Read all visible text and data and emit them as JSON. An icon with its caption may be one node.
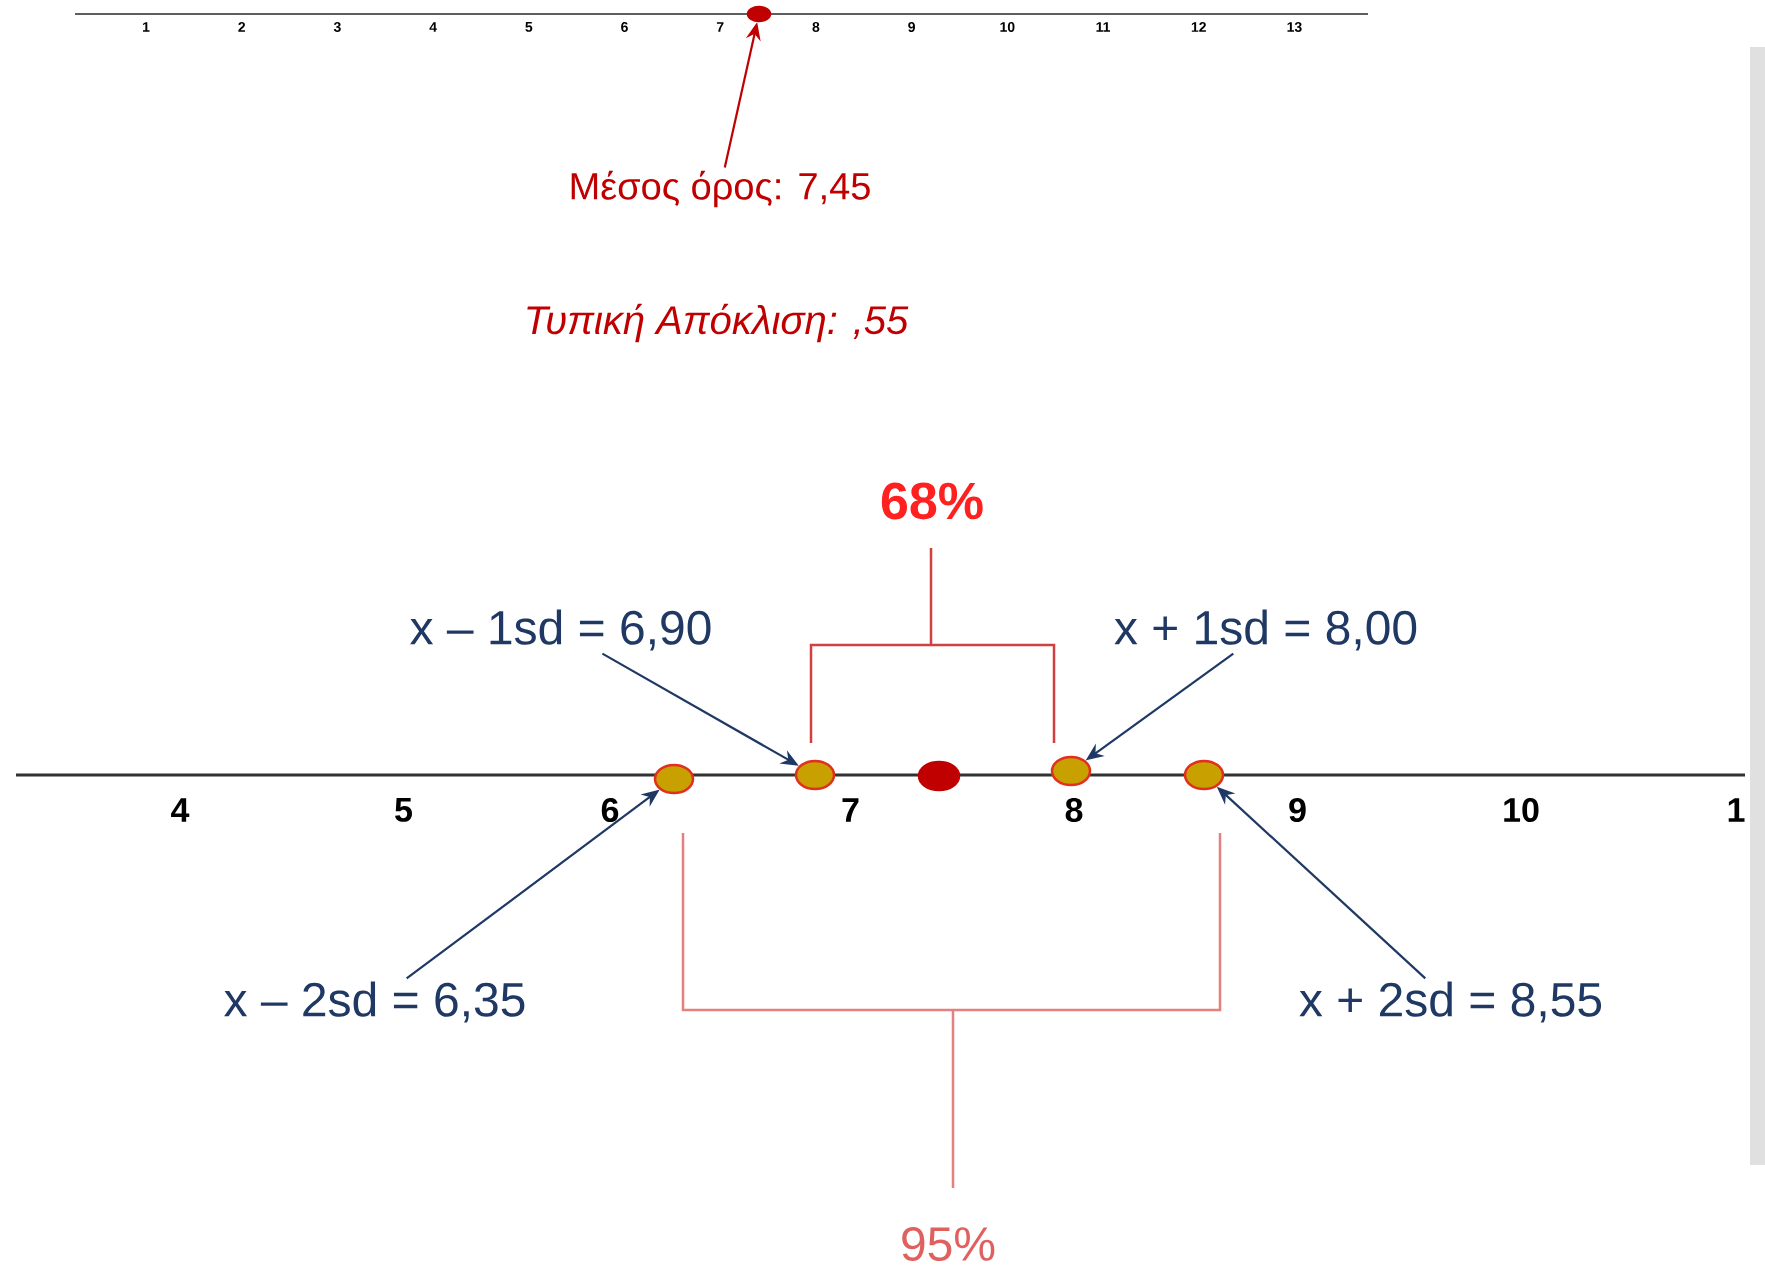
{
  "diagram": {
    "nodes": [
      {
        "text": [],
        "shape": "circle"
      },
      {
        "text": [
          "Μέσος όρος: 7,45"
        ]
      },
      {
        "text": [
          "x – 1sd = 6,90"
        ]
      },
      {
        "text": [
          "x + 1sd = 8,00"
        ]
      },
      {
        "text": [],
        "shape": "circle"
      },
      {
        "text": [],
        "shape": "circle"
      },
      {
        "text": [],
        "shape": "circle"
      },
      {
        "text": [],
        "shape": "circle"
      },
      {
        "text": [],
        "shape": "circle"
      },
      {
        "text": [
          "x – 2sd = 6,35"
        ]
      },
      {
        "text": [
          "x + 2sd = 8,55"
        ]
      }
    ],
    "edges": [
      {
        "from": 1,
        "to": 0,
        "arrow": "to",
        "color": "#c00000"
      },
      {
        "from": 2,
        "to": 5,
        "arrow": "to"
      },
      {
        "from": 3,
        "to": 7,
        "arrow": "to"
      },
      {
        "from": 9,
        "to": 4,
        "arrow": "to"
      },
      {
        "from": 10,
        "to": 8,
        "arrow": "to"
      }
    ],
    "labels": [
      "1",
      "2",
      "3",
      "4",
      "5",
      "6",
      "7",
      "8",
      "9",
      "10",
      "11",
      "12",
      "13",
      "Τυπική Απόκλιση: ,55",
      "68%",
      "4",
      "5",
      "6",
      "7",
      "8",
      "9",
      "10",
      "1",
      "95%"
    ]
  }
}
